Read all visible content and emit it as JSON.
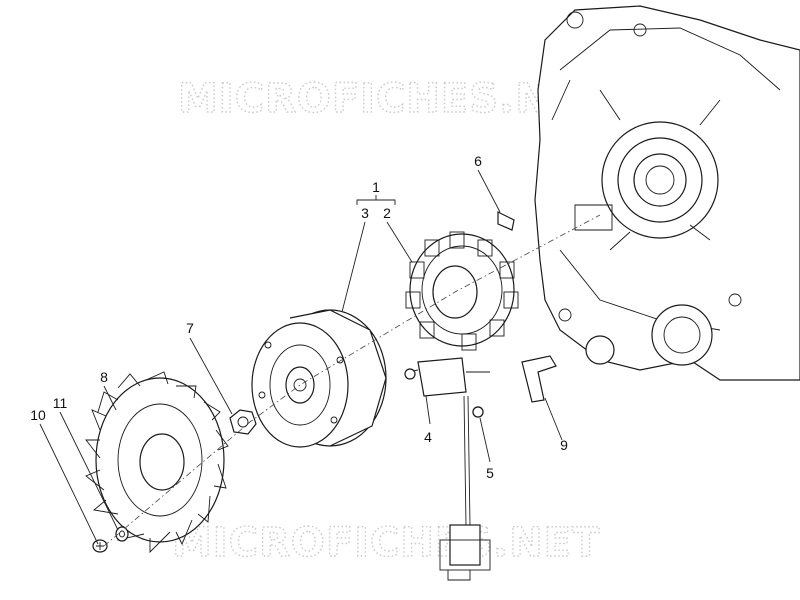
{
  "watermark": {
    "top": "MICROFICHES.NET",
    "bottom": "MICROFICHES.NET"
  },
  "callouts": {
    "p1": "1",
    "p2": "2",
    "p3": "3",
    "p4": "4",
    "p5": "5",
    "p6": "6",
    "p7": "7",
    "p8": "8",
    "p9": "9",
    "p10": "10",
    "p11": "11"
  }
}
